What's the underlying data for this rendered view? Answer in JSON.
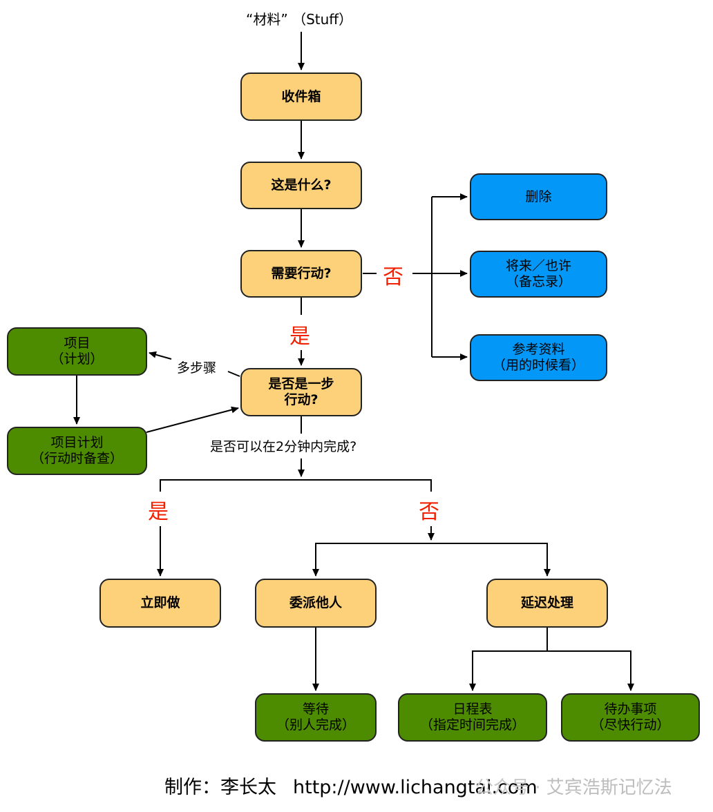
{
  "diagram": {
    "input_label": "“材料” （Stuff）",
    "nodes": {
      "inbox": {
        "lines": [
          "收件箱"
        ]
      },
      "what_is_it": {
        "lines": [
          "这是什么?"
        ]
      },
      "actionable": {
        "lines": [
          "需要行动?"
        ]
      },
      "delete": {
        "lines": [
          "删除"
        ]
      },
      "someday": {
        "lines": [
          "将来／也许",
          "（备忘录）"
        ]
      },
      "reference": {
        "lines": [
          "参考资料",
          "（用的时候看）"
        ]
      },
      "single_step": {
        "lines": [
          "是否是一步",
          "行动?"
        ]
      },
      "project": {
        "lines": [
          "项目",
          "（计划）"
        ]
      },
      "project_plan": {
        "lines": [
          "项目计划",
          "（行动时备查）"
        ]
      },
      "do_now": {
        "lines": [
          "立即做"
        ]
      },
      "delegate": {
        "lines": [
          "委派他人"
        ]
      },
      "defer": {
        "lines": [
          "延迟处理"
        ]
      },
      "waiting": {
        "lines": [
          "等待",
          "（别人完成）"
        ]
      },
      "calendar": {
        "lines": [
          "日程表",
          "（指定时间完成）"
        ]
      },
      "next_actions": {
        "lines": [
          "待办事项",
          "（尽快行动）"
        ]
      }
    },
    "edge_labels": {
      "actionable_no": "否",
      "actionable_yes": "是",
      "multi_step": "多步骤",
      "two_minute_question": "是否可以在2分钟内完成?",
      "two_minute_yes": "是",
      "two_minute_no": "否"
    },
    "colors": {
      "process": "#FDD07A",
      "outcome_action": "#4D8B00",
      "outcome_non_action": "#0397F8",
      "decision_label": "#F02000"
    }
  },
  "footer": {
    "credit": "制作：李长太",
    "url": "http://www.lichangtai.com",
    "watermark_prefix": "公众号 · ",
    "watermark_account": "艾宾浩斯记忆法"
  }
}
